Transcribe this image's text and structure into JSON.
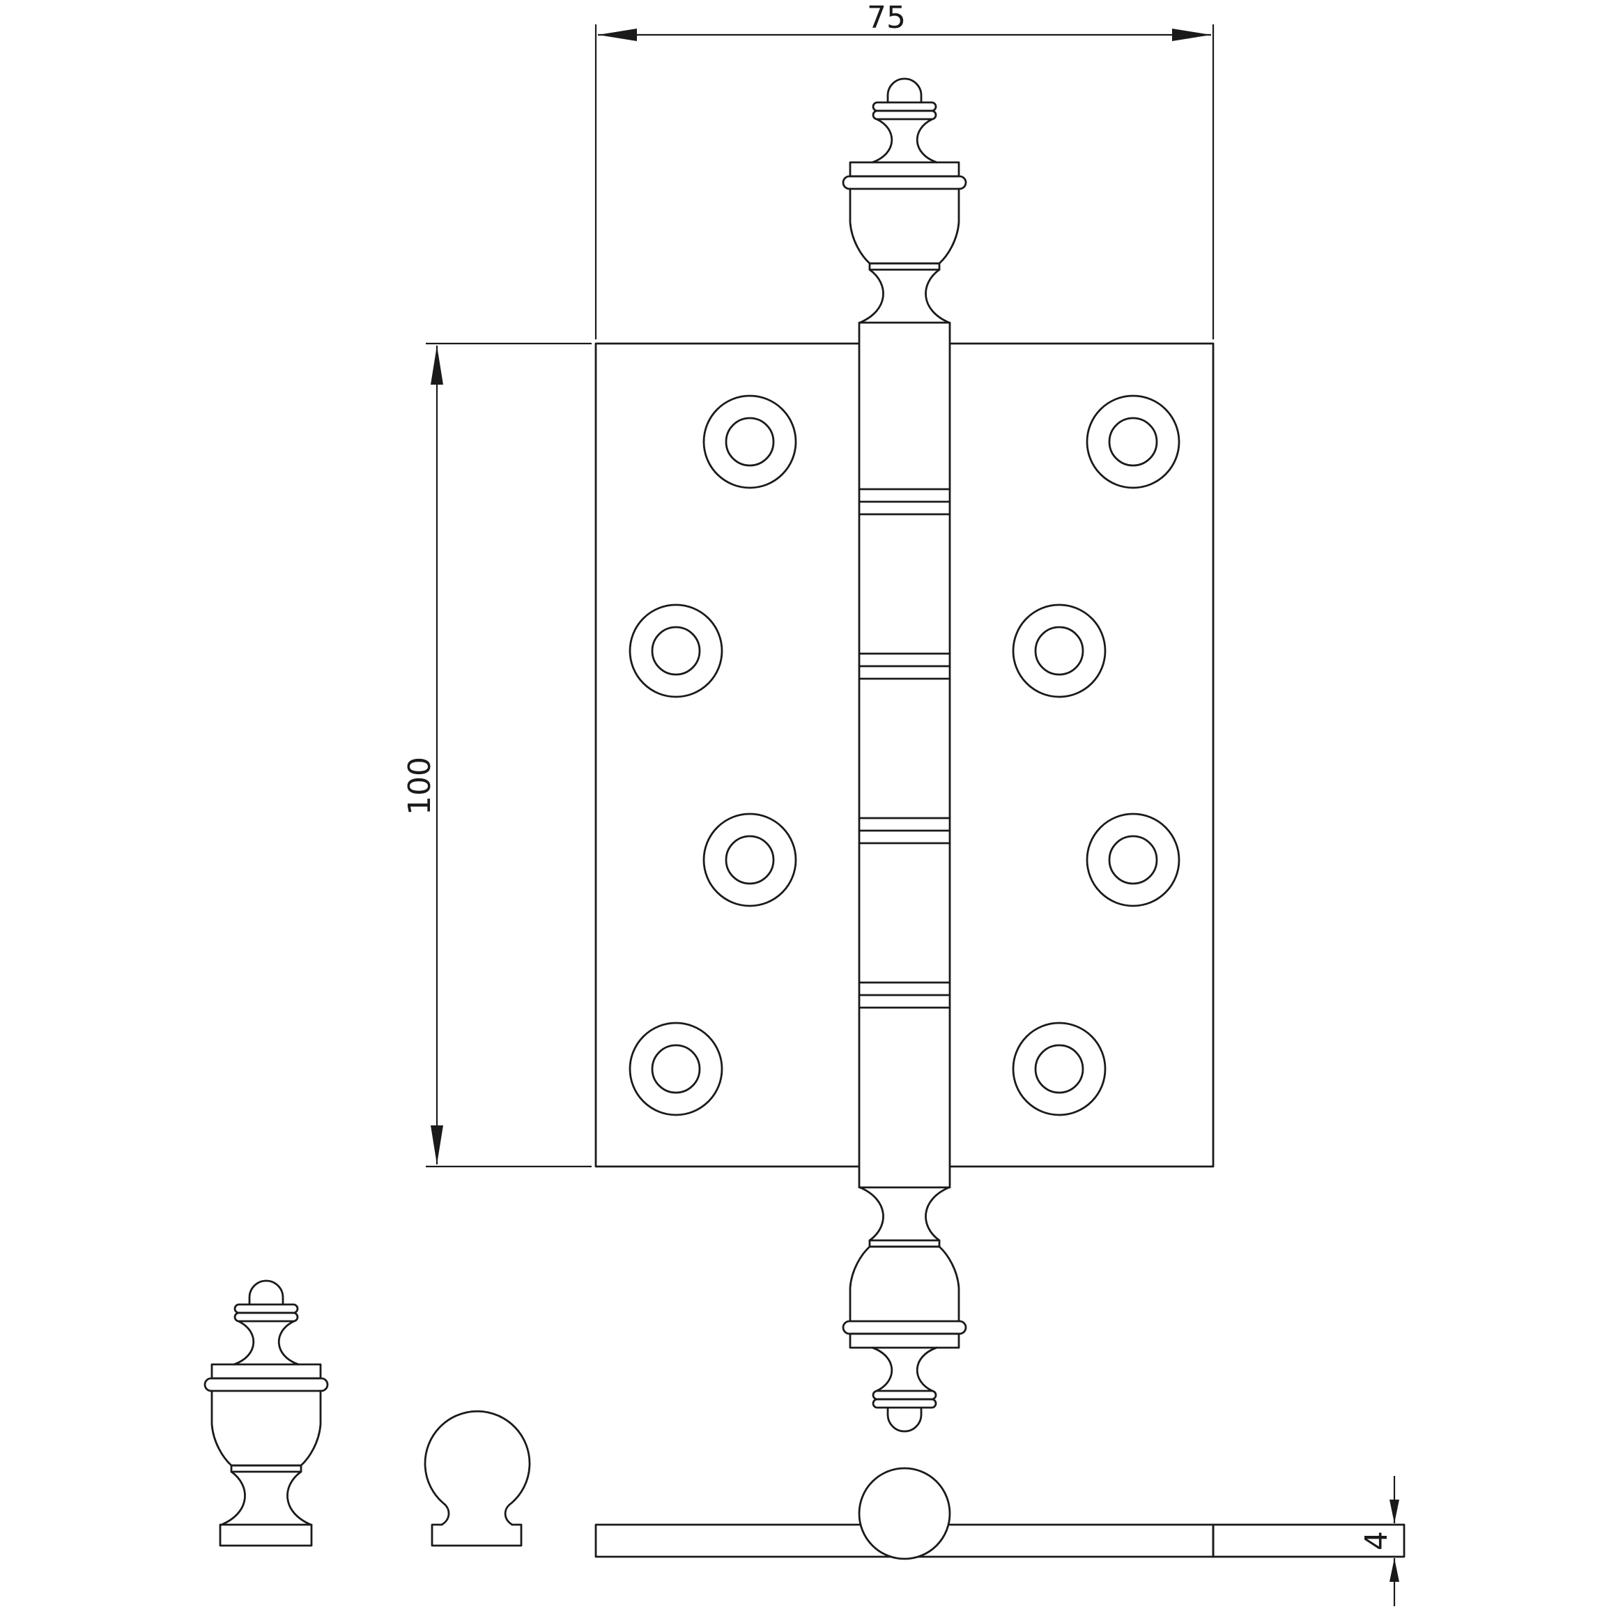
{
  "drawing": {
    "dimensions": {
      "width_label": "75",
      "height_label": "100",
      "thickness_label": "4"
    },
    "views": [
      "front-view",
      "urn-finial-detail",
      "ball-finial-detail",
      "side-view"
    ]
  }
}
